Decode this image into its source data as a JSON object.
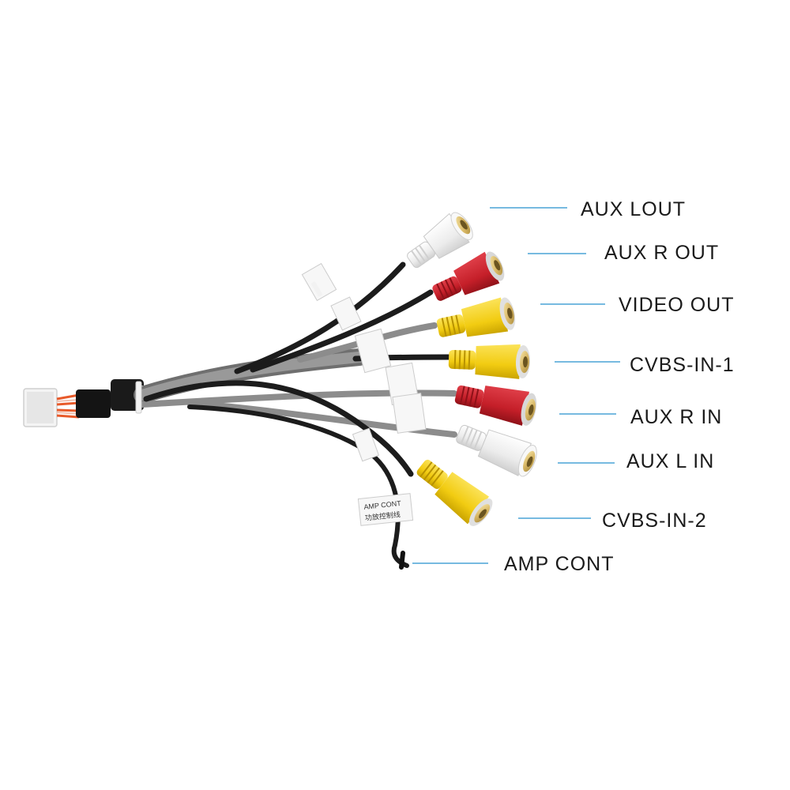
{
  "colors": {
    "white_plug": "#f2f2f2",
    "red_plug": "#c8202a",
    "yellow_plug": "#f4d21a",
    "cable_black": "#1c1c1c",
    "cable_grey": "#8c8c8c",
    "leader_line": "#4aa3d6",
    "label_text": "#1a1a1a"
  },
  "callouts": [
    {
      "id": "aux-l-out",
      "label": "AUX LOUT"
    },
    {
      "id": "aux-r-out",
      "label": "AUX R OUT"
    },
    {
      "id": "video-out",
      "label": "VIDEO OUT"
    },
    {
      "id": "cvbs-in-1",
      "label": "CVBS-IN-1"
    },
    {
      "id": "aux-r-in",
      "label": "AUX R IN"
    },
    {
      "id": "aux-l-in",
      "label": "AUX L IN"
    },
    {
      "id": "cvbs-in-2",
      "label": "CVBS-IN-2"
    },
    {
      "id": "amp-cont",
      "label": "AMP CONT"
    }
  ],
  "amp_tag": {
    "line1": "AMP CONT",
    "line2": "功放控制线"
  }
}
